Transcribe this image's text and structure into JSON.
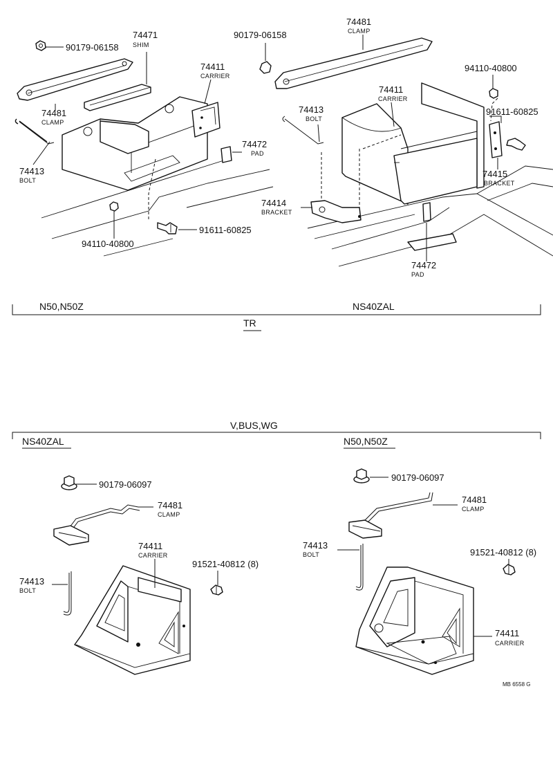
{
  "title": "",
  "sections": {
    "tr": {
      "heading": "TR",
      "left": "N50,N50Z",
      "right": "NS40ZAL"
    },
    "vbus": {
      "heading": "V,BUS,WG",
      "left": "NS40ZAL",
      "right": "N50,N50Z"
    }
  },
  "callouts": {
    "c1": {
      "part": "90179-06158",
      "name": ""
    },
    "c2": {
      "part": "74471",
      "name": "SHIM"
    },
    "c3": {
      "part": "74481",
      "name": "CLAMP"
    },
    "c4": {
      "part": "74413",
      "name": "BOLT"
    },
    "c5": {
      "part": "74411",
      "name": "CARRIER"
    },
    "c6": {
      "part": "74472",
      "name": "PAD"
    },
    "c7": {
      "part": "94110-40800",
      "name": ""
    },
    "c8": {
      "part": "91611-60825",
      "name": ""
    },
    "c9": {
      "part": "90179-06158",
      "name": ""
    },
    "c10": {
      "part": "74481",
      "name": "CLAMP"
    },
    "c11": {
      "part": "94110-40800",
      "name": ""
    },
    "c12": {
      "part": "74411",
      "name": "CARRIER"
    },
    "c13": {
      "part": "74413",
      "name": "BOLT"
    },
    "c14": {
      "part": "91611-60825",
      "name": ""
    },
    "c15": {
      "part": "74415",
      "name": "BRACKET"
    },
    "c16": {
      "part": "74414",
      "name": "BRACKET"
    },
    "c17": {
      "part": "74472",
      "name": "PAD"
    },
    "c18": {
      "part": "90179-06097",
      "name": ""
    },
    "c19": {
      "part": "74481",
      "name": "CLAMP"
    },
    "c20": {
      "part": "74411",
      "name": "CARRIER"
    },
    "c21": {
      "part": "91521-40812 (8)",
      "name": ""
    },
    "c22": {
      "part": "74413",
      "name": "BOLT"
    },
    "c23": {
      "part": "90179-06097",
      "name": ""
    },
    "c24": {
      "part": "74481",
      "name": "CLAMP"
    },
    "c25": {
      "part": "74413",
      "name": "BOLT"
    },
    "c26": {
      "part": "91521-40812 (8)",
      "name": ""
    },
    "c27": {
      "part": "74411",
      "name": "CARRIER"
    }
  },
  "drawing_code": "MB 6558 G"
}
